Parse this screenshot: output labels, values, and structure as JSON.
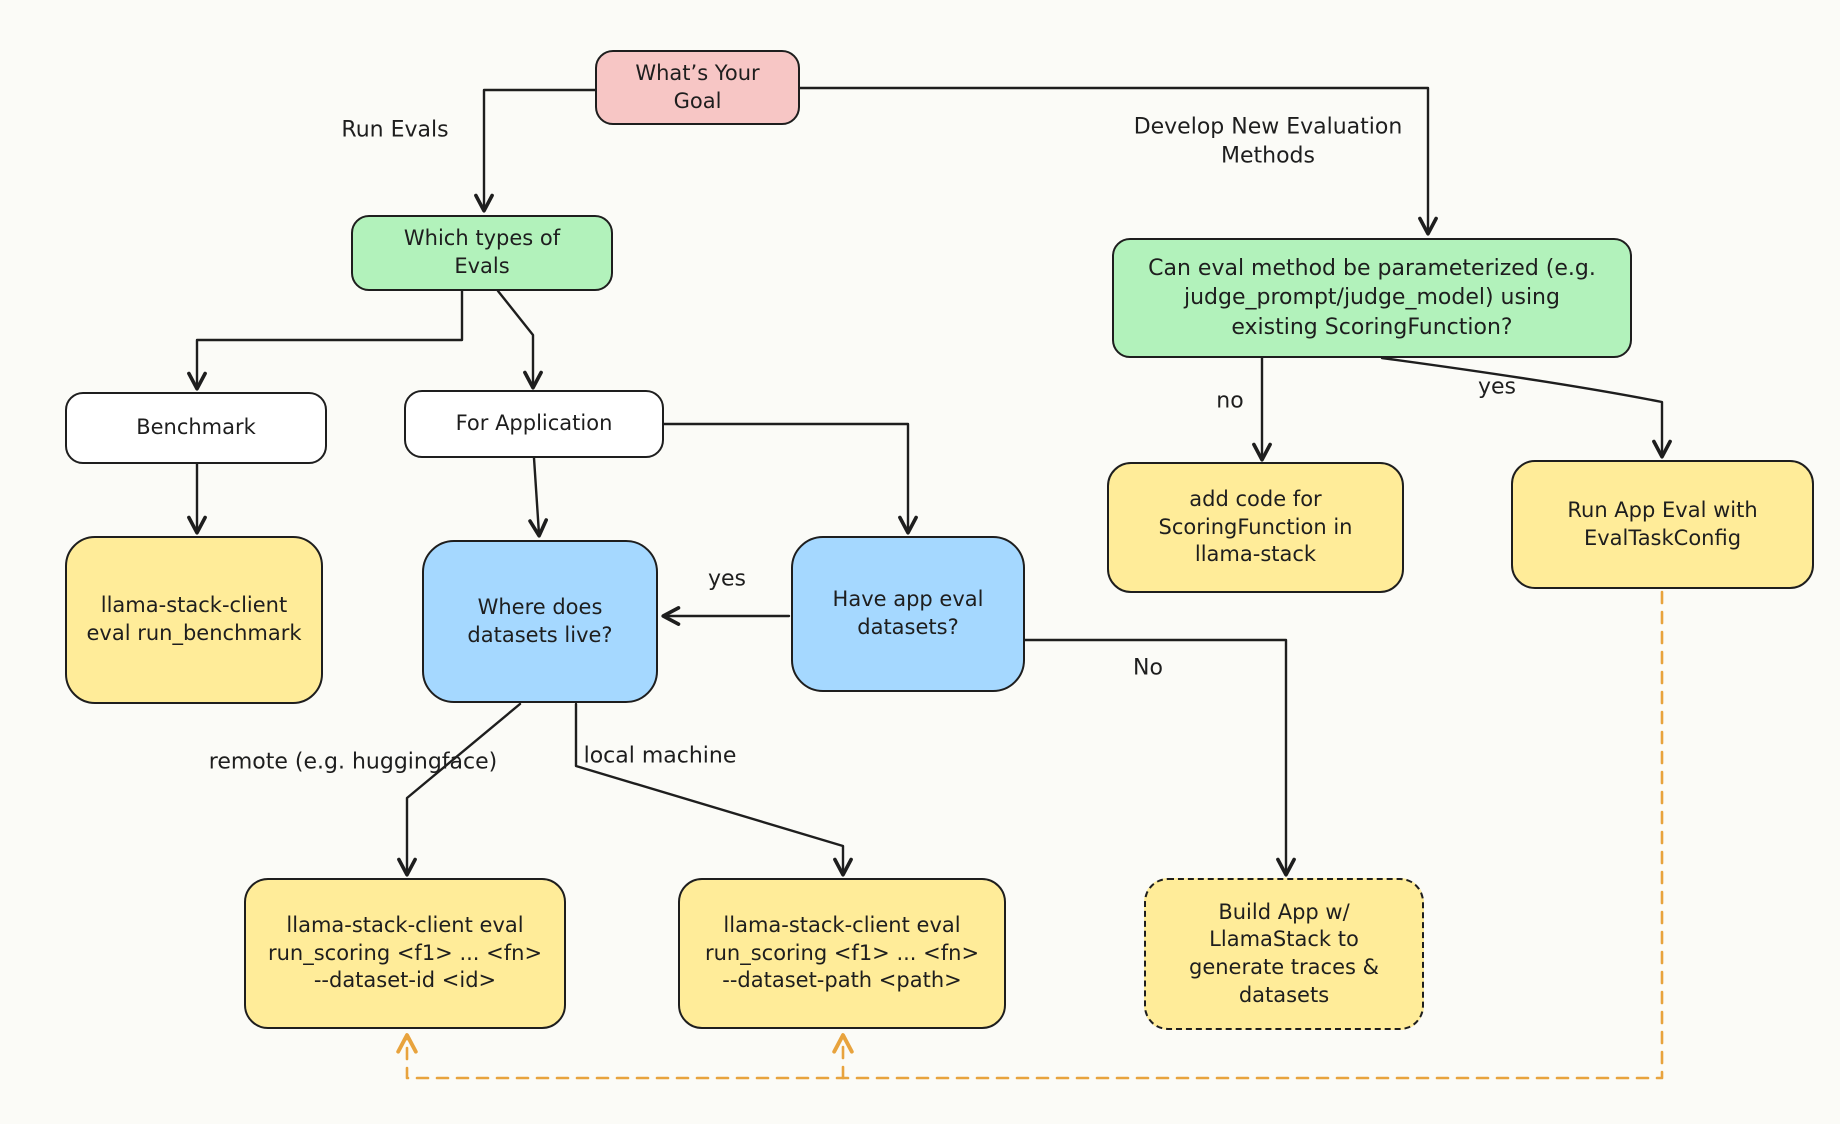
{
  "diagram": {
    "title": "Evals decision flowchart",
    "nodes": {
      "goal": {
        "label": "What’s Your\nGoal"
      },
      "which_types": {
        "label": "Which types of\nEvals"
      },
      "param_question": {
        "label": "Can eval method be parameterized (e.g.\njudge_prompt/judge_model) using\nexisting ScoringFunction?"
      },
      "benchmark": {
        "label": "Benchmark"
      },
      "for_application": {
        "label": "For Application"
      },
      "run_benchmark": {
        "label": "llama-stack-client\neval run_benchmark"
      },
      "where_datasets": {
        "label": "Where does\ndatasets live?"
      },
      "have_datasets": {
        "label": "Have app eval\ndatasets?"
      },
      "add_code": {
        "label": "add code for\nScoringFunction in\nllama-stack"
      },
      "run_app_eval": {
        "label": "Run App Eval with\nEvalTaskConfig"
      },
      "run_scoring_id": {
        "label": "llama-stack-client eval\nrun_scoring <f1> ... <fn>\n--dataset-id <id>"
      },
      "run_scoring_path": {
        "label": "llama-stack-client eval\nrun_scoring <f1> ... <fn>\n--dataset-path <path>"
      },
      "build_app": {
        "label": "Build App w/\nLlamaStack to\ngenerate traces &\ndatasets"
      }
    },
    "edge_labels": {
      "run_evals": "Run Evals",
      "develop_new": "Develop New Evaluation\nMethods",
      "no_param": "no",
      "yes_param": "yes",
      "yes_have": "yes",
      "no_have": "No",
      "remote": "remote (e.g. huggingface)",
      "local": "local machine"
    },
    "palette": {
      "background": "#fbfbf7",
      "stroke": "#1e1e1e",
      "pink": "#f7c6c5",
      "green": "#b2f2bb",
      "blue": "#a5d8ff",
      "yellow": "#ffec99",
      "white": "#ffffff",
      "orange_dashed": "#e8a33d"
    }
  }
}
